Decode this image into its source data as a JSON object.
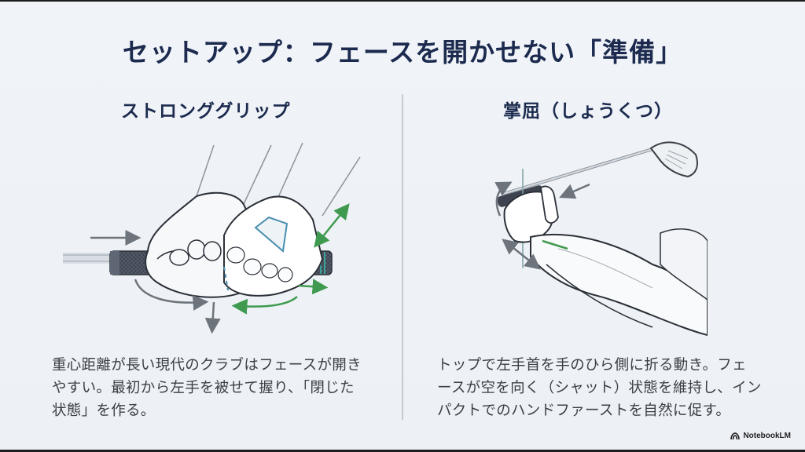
{
  "title": "セットアップ：フェースを開かせない「準備」",
  "colors": {
    "background": "#eef2f6",
    "heading": "#1b2a4e",
    "body_text": "#3a3f47",
    "divider": "#c5cad1",
    "accent_green": "#3f9a4f",
    "accent_gray_arrow": "#6e747c",
    "accent_teal": "#3aa39a"
  },
  "columns": [
    {
      "heading": "ストロンググリップ",
      "illustration": "strong-grip-hands-illustration",
      "lines": [
        "重心距離が長い現代のクラブはフェースが開き",
        "やすい。最初から左手を被せて握り、「閉じた",
        "状態」を作る。"
      ]
    },
    {
      "heading": "掌屈（しょうくつ）",
      "illustration": "wrist-flexion-top-of-swing-illustration",
      "lines": [
        "トップで左手首を手のひら側に折る動き。フェ",
        "ースが空を向く（シャット）状態を維持し、イン",
        "パクトでのハンドファーストを自然に促す。"
      ]
    }
  ],
  "branding": {
    "icon": "notebooklm-logo-icon",
    "label": "NotebookLM"
  }
}
